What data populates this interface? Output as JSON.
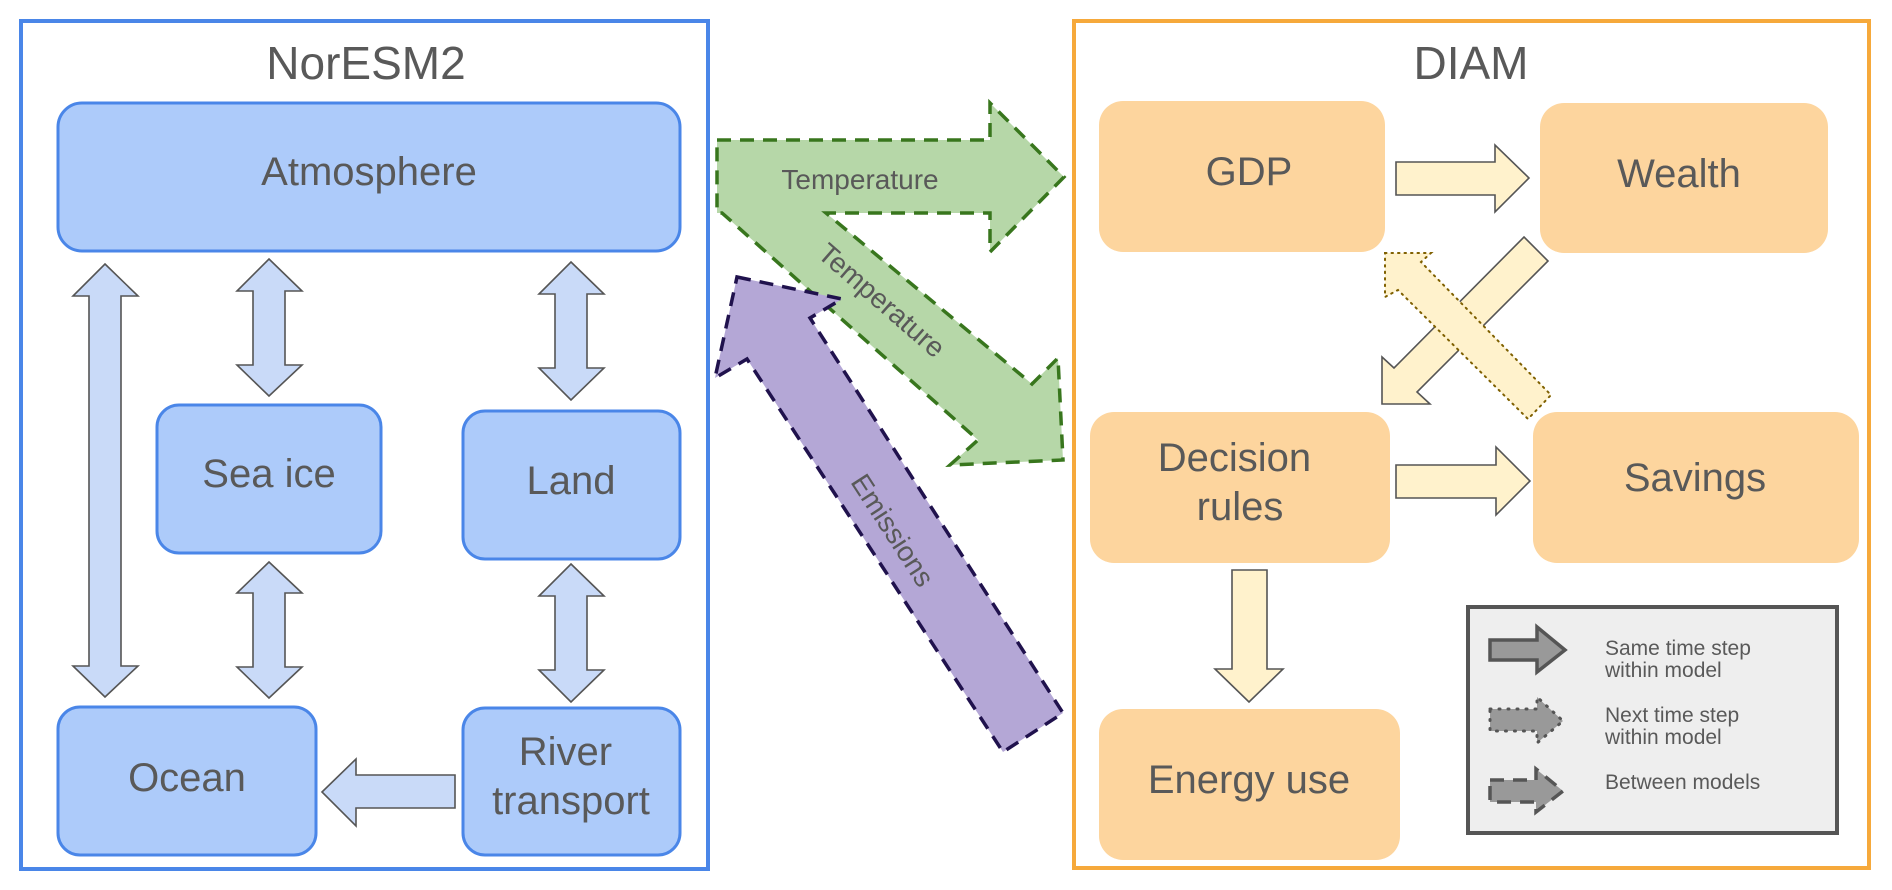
{
  "models": {
    "noresm": {
      "title": "NorESM2",
      "frame_color": "#4a86e8",
      "components": {
        "atmosphere": "Atmosphere",
        "sea_ice": "Sea ice",
        "land": "Land",
        "ocean": "Ocean",
        "river_transport": [
          "River",
          "transport"
        ]
      }
    },
    "diam": {
      "title": "DIAM",
      "frame_color": "#f6a93b",
      "components": {
        "gdp": "GDP",
        "wealth": "Wealth",
        "decision_rules": [
          "Decision",
          "rules"
        ],
        "savings": "Savings",
        "energy_use": "Energy use"
      }
    }
  },
  "couplings": {
    "temperature_to_gdp": "Temperature",
    "temperature_to_decision_rules": "Temperature",
    "emissions_to_noresm": "Emissions"
  },
  "internal_links": {
    "noresm": [
      {
        "from": "Atmosphere",
        "to": "Ocean",
        "type": "bidirectional"
      },
      {
        "from": "Atmosphere",
        "to": "Sea ice",
        "type": "bidirectional"
      },
      {
        "from": "Atmosphere",
        "to": "Land",
        "type": "bidirectional"
      },
      {
        "from": "Sea ice",
        "to": "Ocean",
        "type": "bidirectional"
      },
      {
        "from": "Land",
        "to": "River transport",
        "type": "bidirectional"
      },
      {
        "from": "River transport",
        "to": "Ocean",
        "type": "same time step"
      }
    ],
    "diam": [
      {
        "from": "GDP",
        "to": "Wealth",
        "type": "same time step"
      },
      {
        "from": "Wealth",
        "to": "Decision rules",
        "type": "same time step"
      },
      {
        "from": "Savings",
        "to": "GDP",
        "type": "next time step"
      },
      {
        "from": "Decision rules",
        "to": "Savings",
        "type": "same time step"
      },
      {
        "from": "Decision rules",
        "to": "Energy use",
        "type": "same time step"
      }
    ]
  },
  "legend": {
    "items": [
      {
        "style": "solid",
        "label": [
          "Same time step",
          "within model"
        ]
      },
      {
        "style": "dotted",
        "label": [
          "Next time step",
          "within model"
        ]
      },
      {
        "style": "dashed",
        "label": [
          "Between models"
        ]
      }
    ]
  },
  "colors": {
    "noresm_box": "#adcbfa",
    "diam_box": "#fdd59e",
    "temperature_arrow": "#b6d7a8",
    "emissions_arrow": "#b4a7d6",
    "text": "#595959"
  }
}
